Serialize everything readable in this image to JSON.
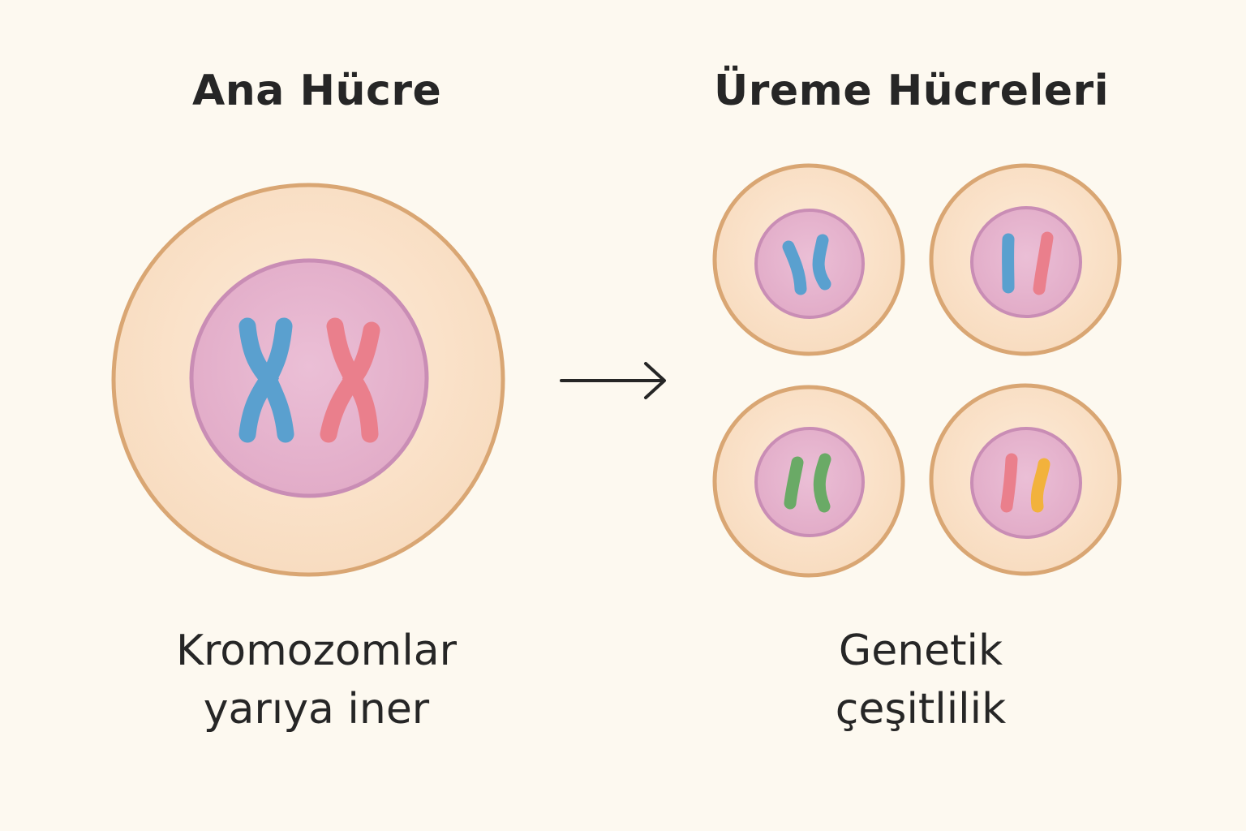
{
  "parent_cell": {
    "title": "Ana Hücre",
    "caption_line1": "Kromozomlar",
    "caption_line2": "yarıya iner",
    "chromosome_colors": [
      "#5aa0cf",
      "#ea7f8c"
    ]
  },
  "gametes": {
    "title": "Üreme Hücreleri",
    "caption_line1": "Genetik",
    "caption_line2": "çeşitlilik",
    "cells": [
      {
        "chromatid_colors": [
          "#5aa0cf",
          "#5aa0cf"
        ]
      },
      {
        "chromatid_colors": [
          "#5aa0cf",
          "#ea7f8c"
        ]
      },
      {
        "chromatid_colors": [
          "#6aaa66",
          "#6aaa66"
        ]
      },
      {
        "chromatid_colors": [
          "#ea7f8c",
          "#f2b23c"
        ]
      }
    ]
  },
  "colors": {
    "background": "#fdf9f0",
    "cytoplasm": "#fbe3c9",
    "cell_membrane": "#d9a673",
    "nucleus": "#e9b7d0",
    "nucleus_border": "#c98db5",
    "arrow": "#262626"
  },
  "icons": {
    "process_arrow": "right-arrow-icon"
  }
}
